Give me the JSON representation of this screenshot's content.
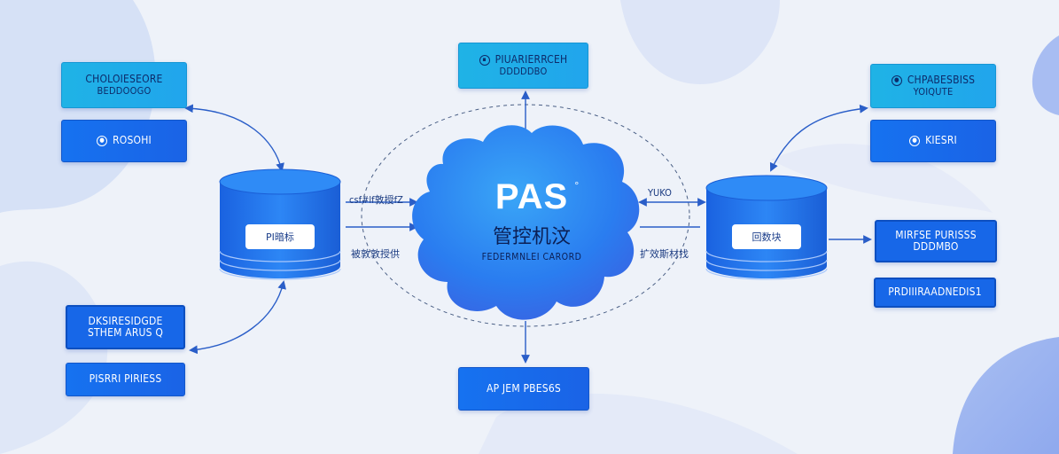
{
  "diagram": {
    "center": {
      "title": "PAS",
      "title_mark": "°",
      "subtitle_cn": "管控机汶",
      "subtitle_en": "FEDERMNLEI CARORD"
    },
    "left": {
      "top_box": {
        "line1": "CHOLOIESEORE",
        "line2": "BEDDOOGO"
      },
      "top_button": {
        "label": "ROSOHI"
      },
      "database": {
        "label": "PI暗标"
      },
      "bottom_box": {
        "line1": "DKSIRESIDGDE",
        "line2": "STHEM ARUS Q"
      },
      "bottom_button": {
        "label": "PISRRI PIRIESS"
      },
      "edge_top": "csf#lf敦授fZ",
      "edge_bottom": "被敦敦授供"
    },
    "right": {
      "top_box": {
        "line1": "CHPABESBISS",
        "line2": "YOIQUTE"
      },
      "top_button": {
        "label": "KIESRI"
      },
      "database": {
        "label": "回数块"
      },
      "box_mid": {
        "line1": "MIRFSE PURISSS",
        "line2": "DDDMBO"
      },
      "box_low": {
        "line1": "PRDIIIRAADNEDIS1"
      },
      "edge_top": "YUKO",
      "edge_bottom": "扩效斯材找"
    },
    "top": {
      "box": {
        "line1": "PIUARIERRCEH",
        "line2": "DDDDDBO"
      }
    },
    "bottom": {
      "box": {
        "line1": "AP JEM PBES6S"
      }
    }
  }
}
